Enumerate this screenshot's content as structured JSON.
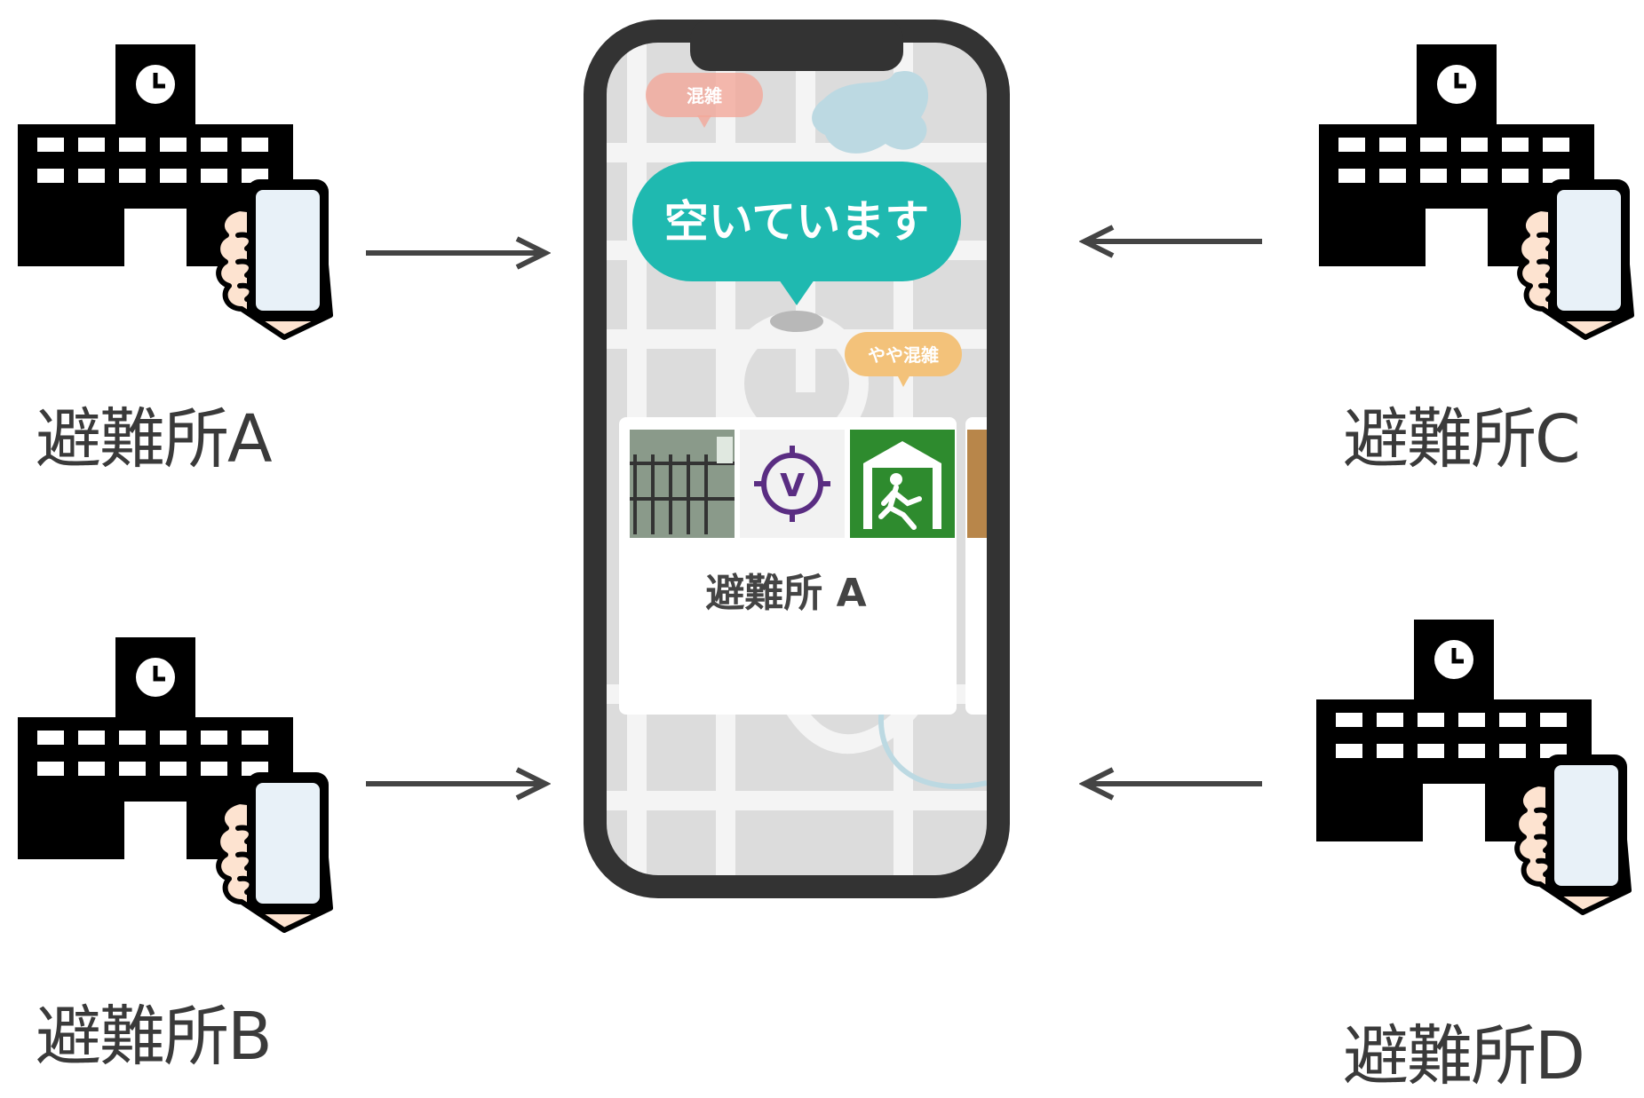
{
  "shelters": [
    {
      "id": "a",
      "label": "避難所A"
    },
    {
      "id": "b",
      "label": "避難所B"
    },
    {
      "id": "c",
      "label": "避難所C"
    },
    {
      "id": "d",
      "label": "避難所D"
    }
  ],
  "phone": {
    "bubble_main": "空いています",
    "bubble_busy": "混雑",
    "bubble_somewhat_busy": "やや混雑",
    "card_title": "避難所 A"
  },
  "colors": {
    "teal": "#1fb9b0",
    "busy": "#f2a79a",
    "somewhat_busy": "#f3c27a",
    "phone_frame": "#333333",
    "map_bg": "#dcdcdc",
    "exit_green": "#2e8b2e",
    "logo_purple": "#5a2d82"
  },
  "icons": [
    "school-building-icon",
    "smartphone-hand-icon",
    "arrow-right-icon",
    "arrow-left-icon",
    "clock-icon"
  ]
}
